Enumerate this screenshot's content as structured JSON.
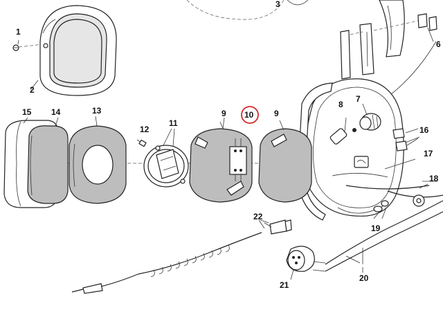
{
  "labels": {
    "p1": "1",
    "p2": "2",
    "p3": "3",
    "p6": "6",
    "p7": "7",
    "p8": "8",
    "p9a": "9",
    "p9b": "9",
    "p10": "10",
    "p11": "11",
    "p12": "12",
    "p13": "13",
    "p14": "14",
    "p15": "15",
    "p16": "16",
    "p17": "17",
    "p18": "18",
    "p19": "19",
    "p20": "20",
    "p21": "21",
    "p22": "22"
  },
  "colors": {
    "stroke": "#222222",
    "pad_fill": "#bdbdbd",
    "highlight_circle": "#d62828"
  },
  "highlighted_part": "10"
}
